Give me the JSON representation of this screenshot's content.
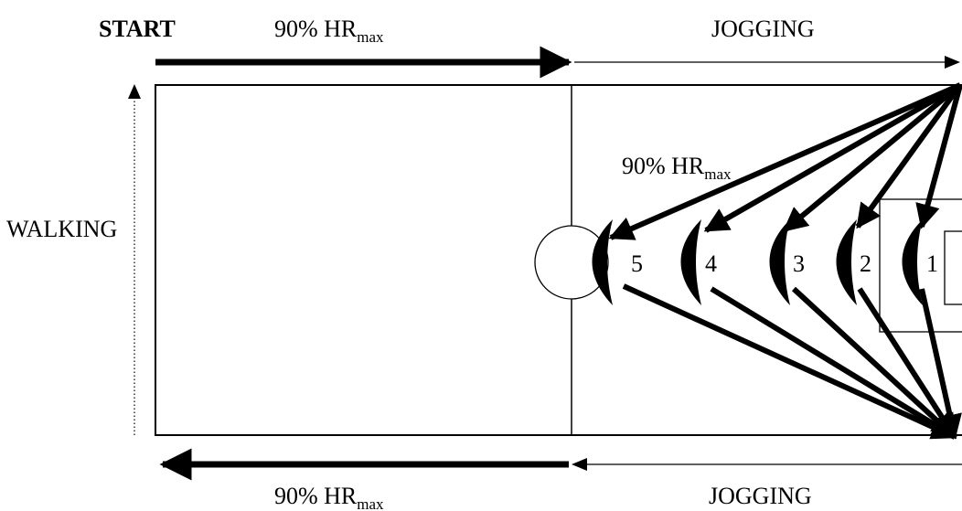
{
  "labels": {
    "start": "START",
    "top_sprint_main": "90% HR",
    "top_sprint_sub": "max",
    "top_jog": "JOGGING",
    "walking": "WALKING",
    "field_sprint_main": "90% HR",
    "field_sprint_sub": "max",
    "bottom_sprint_main": "90% HR",
    "bottom_sprint_sub": "max",
    "bottom_jog": "JOGGING"
  },
  "stations": [
    "5",
    "4",
    "3",
    "2",
    "1"
  ]
}
